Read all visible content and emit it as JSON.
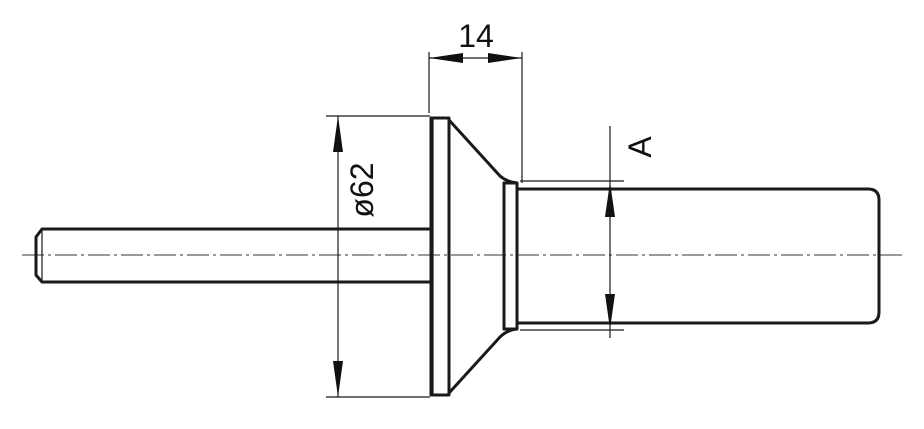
{
  "drawing": {
    "dimensions": {
      "flange_width": "14",
      "flange_diameter": "ø62",
      "body_diameter": "A"
    }
  }
}
